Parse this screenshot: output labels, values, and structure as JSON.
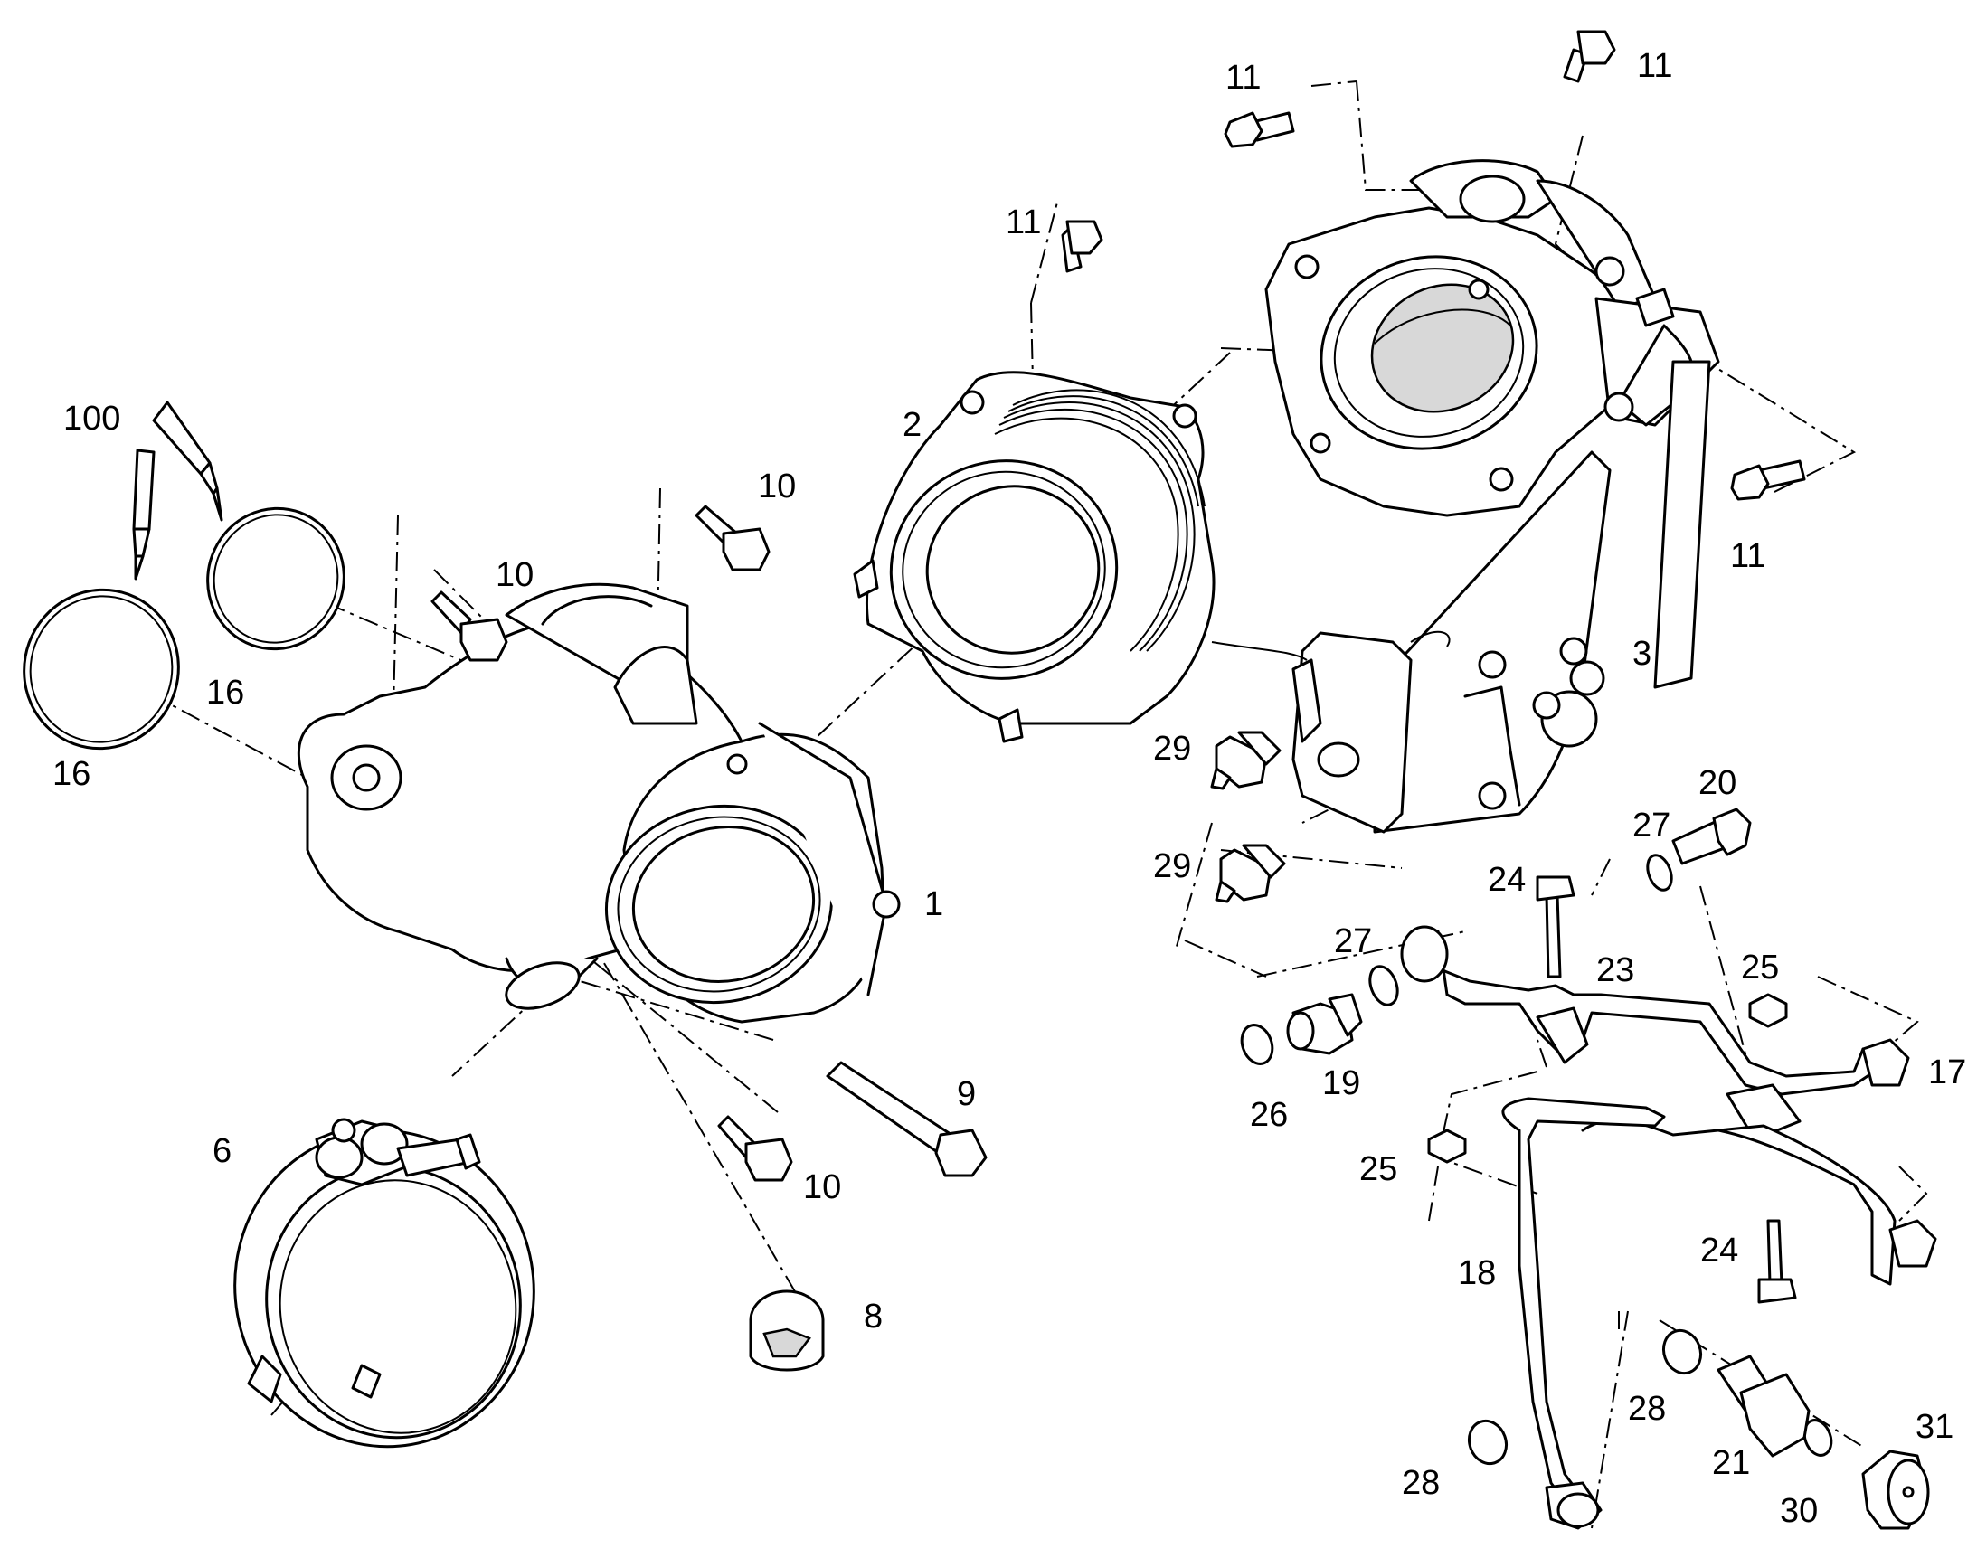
{
  "diagram": {
    "colors": {
      "line": "#000000",
      "background": "#ffffff",
      "shading": "#d8d8d8"
    },
    "callouts": [
      {
        "id": "c1",
        "label": "1"
      },
      {
        "id": "c2",
        "label": "2"
      },
      {
        "id": "c3",
        "label": "3"
      },
      {
        "id": "c6",
        "label": "6"
      },
      {
        "id": "c8",
        "label": "8"
      },
      {
        "id": "c9",
        "label": "9"
      },
      {
        "id": "c10a",
        "label": "10"
      },
      {
        "id": "c10b",
        "label": "10"
      },
      {
        "id": "c10c",
        "label": "10"
      },
      {
        "id": "c11a",
        "label": "11"
      },
      {
        "id": "c11b",
        "label": "11"
      },
      {
        "id": "c11c",
        "label": "11"
      },
      {
        "id": "c11d",
        "label": "11"
      },
      {
        "id": "c16a",
        "label": "16"
      },
      {
        "id": "c16b",
        "label": "16"
      },
      {
        "id": "c17",
        "label": "17"
      },
      {
        "id": "c18",
        "label": "18"
      },
      {
        "id": "c19",
        "label": "19"
      },
      {
        "id": "c20",
        "label": "20"
      },
      {
        "id": "c21",
        "label": "21"
      },
      {
        "id": "c23",
        "label": "23"
      },
      {
        "id": "c24a",
        "label": "24"
      },
      {
        "id": "c24b",
        "label": "24"
      },
      {
        "id": "c25a",
        "label": "25"
      },
      {
        "id": "c25b",
        "label": "25"
      },
      {
        "id": "c26",
        "label": "26"
      },
      {
        "id": "c27a",
        "label": "27"
      },
      {
        "id": "c27b",
        "label": "27"
      },
      {
        "id": "c28a",
        "label": "28"
      },
      {
        "id": "c28b",
        "label": "28"
      },
      {
        "id": "c29a",
        "label": "29"
      },
      {
        "id": "c29b",
        "label": "29"
      },
      {
        "id": "c30",
        "label": "30"
      },
      {
        "id": "c31",
        "label": "31"
      },
      {
        "id": "c100",
        "label": "100"
      }
    ]
  }
}
